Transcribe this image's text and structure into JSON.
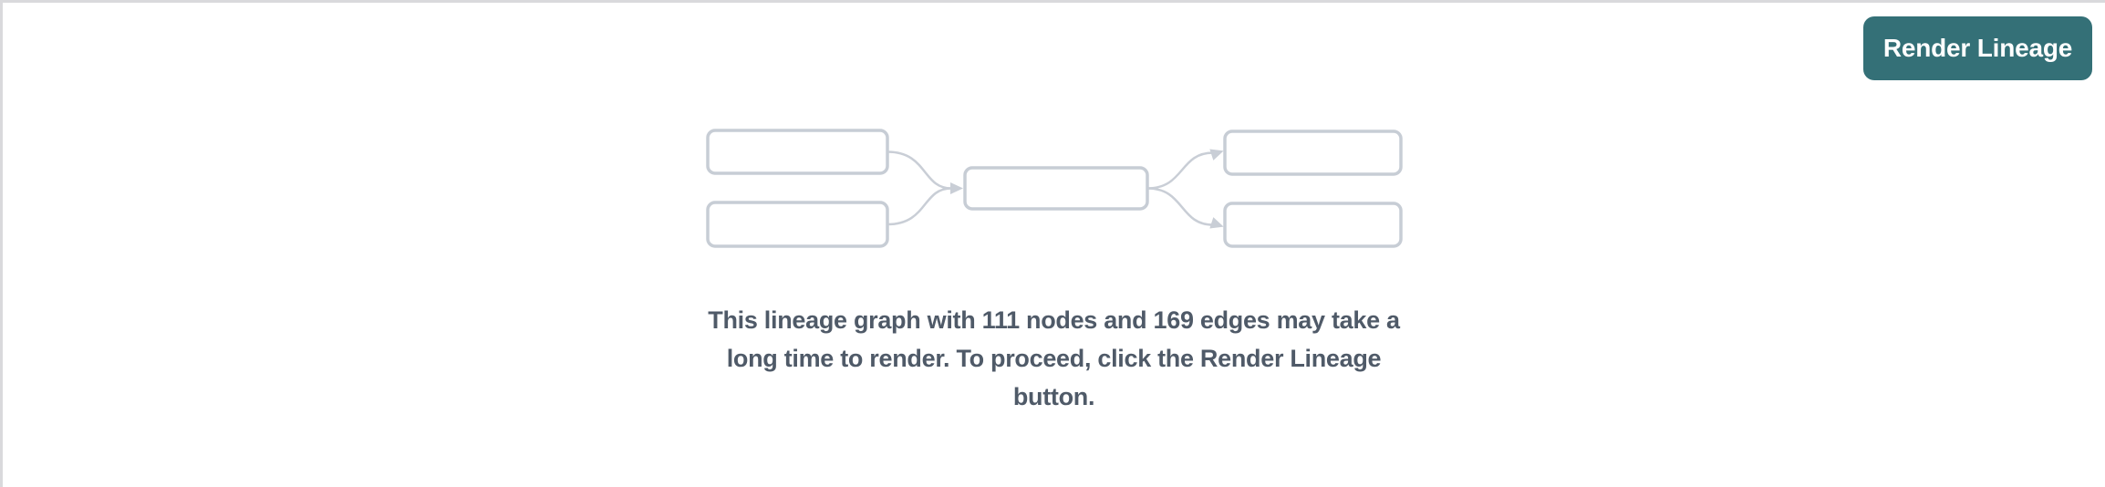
{
  "panel": {
    "background_color": "#ffffff",
    "top_border_color": "#d9d9dc",
    "left_border_color": "#d9d9dc"
  },
  "toolbar": {
    "render_button_label": "Render Lineage",
    "render_button_bg_color": "#347077",
    "render_button_text_color": "#ffffff"
  },
  "placeholder": {
    "message": "This lineage graph with 111 nodes and 169 edges may take a long time to render. To proceed, click the Render Lineage button.",
    "node_count": "111",
    "edge_count": "169",
    "message_color": "#4f5a68",
    "diagram": {
      "box_border_color": "#c7cdd5",
      "box_fill_color": "#ffffff",
      "arrow_color": "#c9ced6"
    }
  }
}
